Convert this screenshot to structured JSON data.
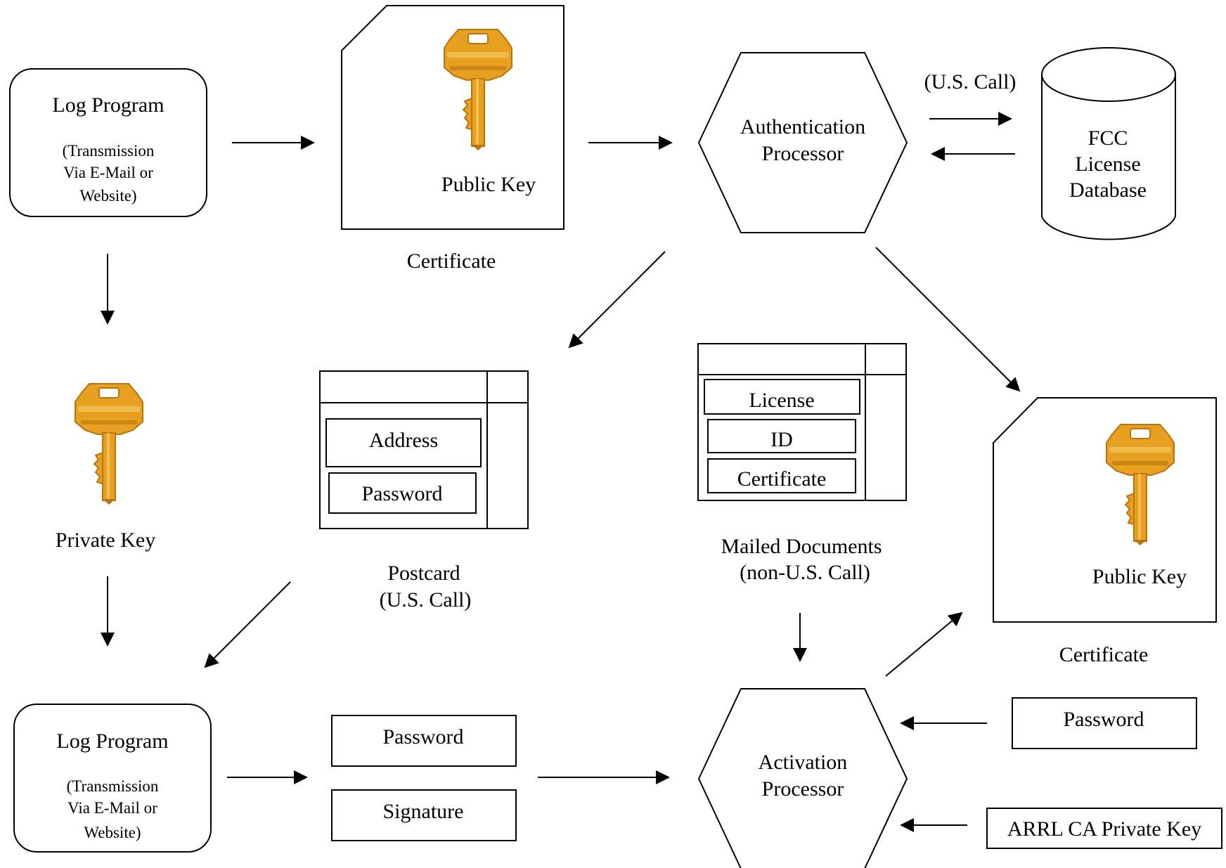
{
  "log_program_top": {
    "title": "Log Program",
    "sub1": "(Transmission",
    "sub2": "Via E-Mail or",
    "sub3": "Website)"
  },
  "certificate_top": {
    "key_label": "Public Key",
    "caption": "Certificate"
  },
  "authentication_processor": {
    "line1": "Authentication",
    "line2": "Processor"
  },
  "us_call_label": "(U.S. Call)",
  "fcc_database": {
    "line1": "FCC",
    "line2": "License",
    "line3": "Database"
  },
  "private_key_label": "Private Key",
  "postcard": {
    "field1": "Address",
    "field2": "Password",
    "caption1": "Postcard",
    "caption2": "(U.S. Call)"
  },
  "mailed_documents": {
    "field1": "License",
    "field2": "ID",
    "field3": "Certificate",
    "caption1": "Mailed Documents",
    "caption2": "(non-U.S. Call)"
  },
  "certificate_right": {
    "key_label": "Public Key",
    "caption": "Certificate"
  },
  "log_program_bottom": {
    "title": "Log Program",
    "sub1": "(Transmission",
    "sub2": "Via E-Mail or",
    "sub3": "Website)"
  },
  "password_box": "Password",
  "signature_box": "Signature",
  "activation_processor": {
    "line1": "Activation",
    "line2": "Processor"
  },
  "password_right_box": "Password",
  "arrl_private_key_box": "ARRL CA Private Key",
  "colors": {
    "key_gold": "#E8A020",
    "key_dark": "#B87410",
    "key_light": "#F6C860"
  }
}
